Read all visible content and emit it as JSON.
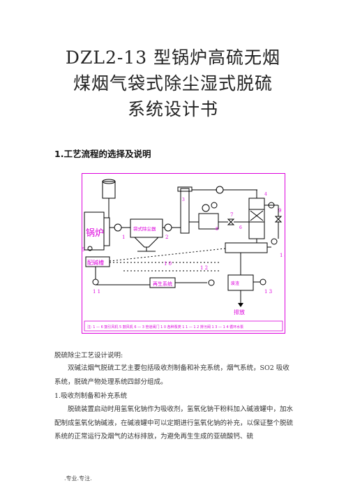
{
  "title": {
    "line1": "DZL2-13 型锅炉高硫无烟",
    "line2": "煤烟气袋式除尘湿式脱硫",
    "line3": "系统设计书"
  },
  "section_heading": "1.工艺流程的选择及说明",
  "diagram": {
    "boiler": "锅炉",
    "filter": "袋式除尘器",
    "alkali_tank": "配碱槽",
    "regen": "再生系统",
    "waste": "废渣",
    "outlet": "排放",
    "num_1": "1",
    "num_2": "2",
    "num_3": "3",
    "num_4": "4",
    "num_5": "5",
    "num_6": "6",
    "num_7": "7",
    "num_8": "8",
    "num_9": "9",
    "num_10": "1 0",
    "num_11": "1 1",
    "num_12": "1 2",
    "num_13": "1 3",
    "num_14": "1 4",
    "legend": "注: 1 — 6 鼓引风机   5 鼓风机 6 — 3 管道阀门   1 0 各种泵类   1 1 — 1 2 排污阀   1 3 — 1 4 循环水泵"
  },
  "body": {
    "caption": "脱硫除尘工艺设计说明:",
    "p1": "双碱法烟气脱硫工艺主要包括吸收剂制备和补充系统，烟气系统，SO2 吸收系统，脱硫产物处理系统四部分组成。",
    "item1": "1.吸收剂制备和补充系统",
    "p2": "脱硫装置启动时用氢氧化钠作为吸收剂，氢氧化钠干粉料加入碱液罐中，加水配制成氢氧化钠碱液，在碱液罐中可以定期进行氢氧化钠的补充，以保证整个脱硫系统的正常运行及烟气的达标排放，为避免再生生成的亚硫酸钙、硫"
  },
  "footer": ".专业.专注."
}
